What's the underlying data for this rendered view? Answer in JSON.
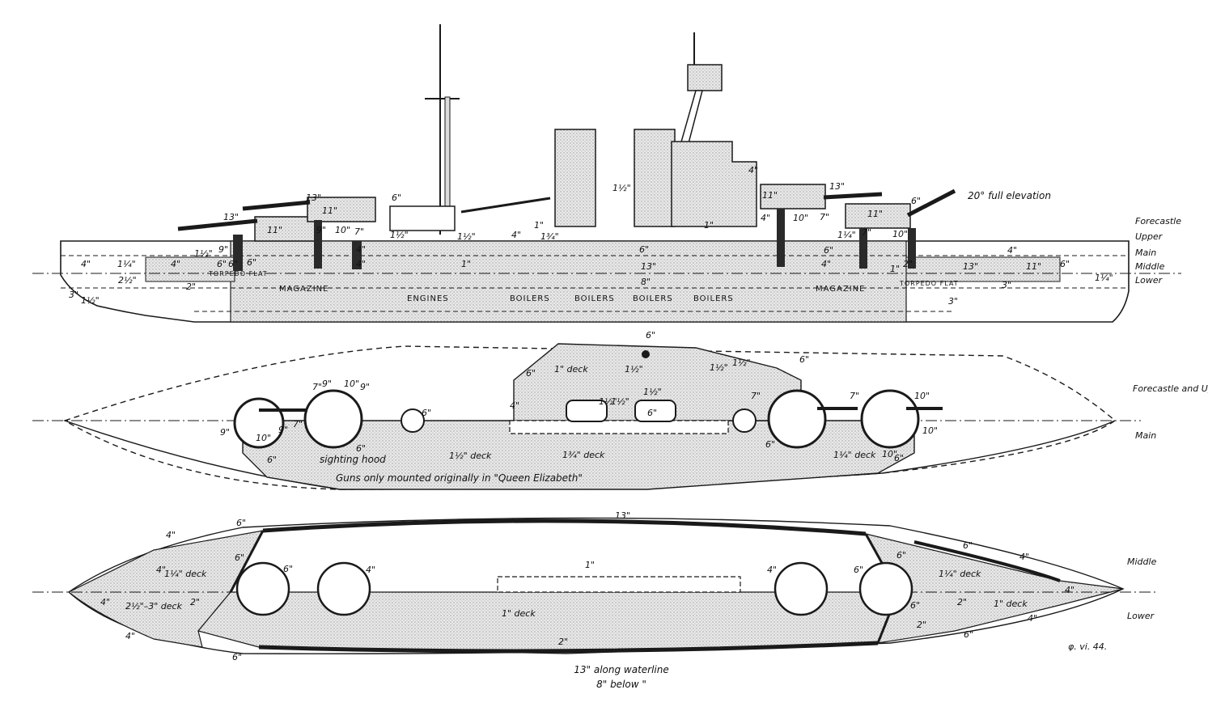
{
  "profile": {
    "elevation_note": "20° full elevation",
    "deck_labels": [
      "Forecastle",
      "Upper",
      "Main",
      "Middle",
      "Lower"
    ],
    "compartments": [
      "MAGAZINE",
      "ENGINES",
      "BOILERS",
      "BOILERS",
      "BOILERS",
      "BOILERS",
      "MAGAZINE"
    ],
    "torpedo_flat_fwd": "TORPEDO FLAT",
    "torpedo_flat_aft": "TORPEDO FLAT",
    "armour_marks": [
      "13\"",
      "11\"",
      "13\"",
      "11\"",
      "9\"",
      "10\"",
      "7\"",
      "6\"",
      "9\"",
      "6\"",
      "6\"",
      "4\"",
      "4\"",
      "4\"",
      "1½\"",
      "1¼\"",
      "4\"",
      "2½\"",
      "2\"",
      "3\"",
      "1½\"",
      "1½\"",
      "1\"",
      "6\"",
      "13\"",
      "8\"",
      "1½\"",
      "1¾\"",
      "1½\"",
      "1\"",
      "1\"",
      "4\"",
      "6\"",
      "4\"",
      "11\"",
      "10\"",
      "13\"",
      "11\"",
      "7\"",
      "4\"",
      "6\"",
      "4\"",
      "1¼\"",
      "7\"",
      "10\"",
      "6\"",
      "13\"",
      "11\"",
      "4\"",
      "6\"",
      "1¼\"",
      "3\"",
      "3\"",
      "1\"",
      "2\""
    ]
  },
  "upper_plan": {
    "deck_labels": [
      "Forecastle and Upper",
      "Main"
    ],
    "annotations": [
      "sighting hood",
      "Guns only mounted originally in \"Queen Elizabeth\""
    ],
    "deck_notes": [
      "1\" deck",
      "1½\" deck",
      "1¾\" deck",
      "1¼\" deck"
    ],
    "armour_marks": [
      "6\"",
      "6\"",
      "1½\"",
      "1½\"",
      "4\"",
      "1½\"",
      "1½\"",
      "6\"",
      "10\"",
      "7\"",
      "9\"",
      "10\"",
      "7\"",
      "9\"",
      "10\"",
      "9\"",
      "9\"",
      "7\"",
      "6\"",
      "6\"",
      "1½\"",
      "6\"",
      "7\"",
      "10\"",
      "10\"",
      "6\"",
      "6\"",
      "6\"",
      "1½\""
    ]
  },
  "lower_plan": {
    "deck_labels": [
      "Middle",
      "Lower"
    ],
    "waterline_note": [
      "13\" along waterline",
      "8\" below \""
    ],
    "deck_notes": [
      "1¼\" deck",
      "2½\"–3\" deck",
      "1\" deck",
      "1¼\" deck",
      "1\" deck"
    ],
    "armour_marks": [
      "13\"",
      "6\"",
      "4\"",
      "6\"",
      "6\"",
      "4\"",
      "4\"",
      "2\"",
      "4\"",
      "1\"",
      "2\"",
      "4\"",
      "4\"",
      "6\"",
      "6\"",
      "4\"",
      "6\"",
      "2\"",
      "6\"",
      "2\"",
      "4\"",
      "4\"",
      "6\"",
      "6\""
    ],
    "signature": "φ. vi. 44."
  },
  "colors": {
    "ink": "#1a1a1a",
    "hatch": "#dcdcdc",
    "paper": "#ffffff",
    "armour": "#2a2a2a"
  }
}
